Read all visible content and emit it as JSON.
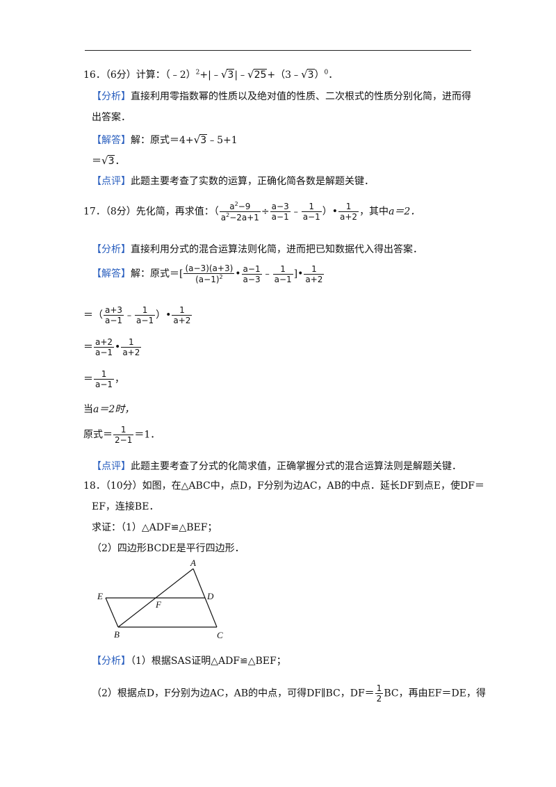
{
  "q16": {
    "head": "16．（6分）计算：（﹣2）",
    "analysis_tag": "【分析】",
    "analysis_1": "直接利用零指数幂的性质以及绝对值的性质、二次根式的性质分别化简，进而得",
    "analysis_2": "出答案．",
    "answer_tag": "【解答】",
    "answer_1": "解：原式＝4+",
    "answer_1b": "﹣5+1",
    "answer_2": "＝",
    "comment_tag": "【点评】",
    "comment": "此题主要考查了实数的运算，正确化简各数是解题关键．"
  },
  "q17": {
    "head": "17．（8分）先化简，再求值：",
    "tail": "，其中",
    "cond": "a＝2．",
    "analysis_tag": "【分析】",
    "analysis": "直接利用分式的混合运算法则化简，进而把已知数据代入得出答案．",
    "answer_tag": "【解答】",
    "answer_lead": "解：原式＝[",
    "step_when": "当",
    "step_when_b": "a＝2时，",
    "final_lead": "原式＝",
    "final_tail": "＝1．",
    "comment_tag": "【点评】",
    "comment": "此题主要考查了分式的化简求值，正确掌握分式的混合运算法则是解题关键．"
  },
  "q18": {
    "line1": "18．（10分）如图，在△ABC中，点D，F分别为边AC，AB的中点．延长DF到点E，使DF＝",
    "line2": "EF，连接BE．",
    "prove_1": "求证：（1）△ADF≌△BEF；",
    "prove_2": "（2）四边形BCDE是平行四边形．",
    "figure_labels": {
      "A": "A",
      "B": "B",
      "C": "C",
      "D": "D",
      "E": "E",
      "F": "F"
    },
    "analysis_tag": "【分析】",
    "analysis_1": "（1）根据SAS证明△ADF≌△BEF；",
    "analysis_2a": "（2）根据点D，F分别为边AC，AB的中点，可得DF∥BC，DF＝",
    "analysis_2b": "BC，再由EF＝DE，得"
  },
  "accent": "#2a5fbf"
}
